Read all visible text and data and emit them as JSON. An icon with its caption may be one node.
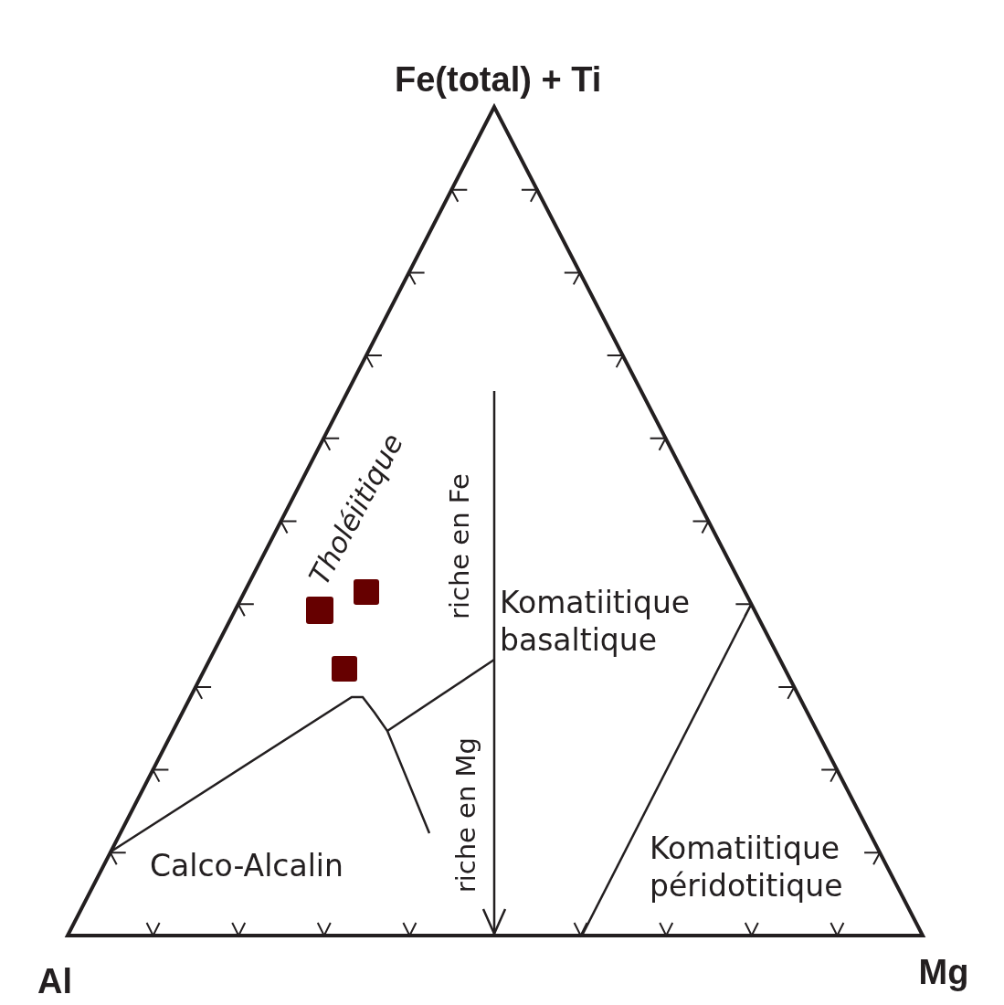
{
  "diagram": {
    "labels": [
      "Fe(total) + Ti",
      "Tholéiitique",
      "riche en Fe",
      "Komatiitique basaltique",
      "riche en Mg",
      "Calco-Alcalin",
      "Komatiitique péridotitique",
      "Al",
      "Mg"
    ]
  }
}
